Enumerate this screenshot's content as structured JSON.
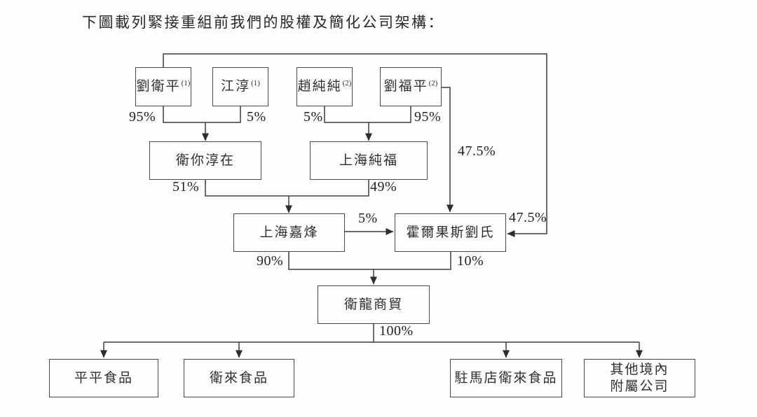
{
  "page": {
    "title": "下圖載列緊接重組前我們的股權及簡化公司架構："
  },
  "diagram": {
    "type": "org-structure-chart",
    "nodes": {
      "liu_weiping": {
        "label": "劉衛平",
        "sup": "(1)"
      },
      "jiang_chun": {
        "label": "江淳",
        "sup": "(1)"
      },
      "zhao_chunchun": {
        "label": "趙純純",
        "sup": "(2)"
      },
      "liu_fuping": {
        "label": "劉福平",
        "sup": "(2)"
      },
      "wei_ni_chun_zai": {
        "label": "衛你淳在"
      },
      "shanghai_chunfu": {
        "label": "上海純福"
      },
      "shanghai_jiafeng": {
        "label": "上海嘉烽"
      },
      "huoerguosi_liushi": {
        "label": "霍爾果斯劉氏"
      },
      "weilong_shangmao": {
        "label": "衛龍商貿"
      },
      "pingping_shipin": {
        "label": "平平食品"
      },
      "weilai_shipin": {
        "label": "衛來食品"
      },
      "zhumadian_weilai_shipin": {
        "label": "駐馬店衛來食品"
      },
      "other_domestic_subsidiaries": {
        "lines": [
          "其他境內",
          "附屬公司"
        ]
      }
    },
    "edges": [
      {
        "from": "劉衛平",
        "to": "衛你淳在",
        "label": "95%"
      },
      {
        "from": "江淳",
        "to": "衛你淳在",
        "label": "5%"
      },
      {
        "from": "趙純純",
        "to": "上海純福",
        "label": "5%"
      },
      {
        "from": "劉福平",
        "to": "上海純福",
        "label": "95%"
      },
      {
        "from": "衛你淳在",
        "to": "上海嘉烽",
        "label": "51%"
      },
      {
        "from": "上海純福",
        "to": "上海嘉烽",
        "label": "49%"
      },
      {
        "from": "上海嘉烽",
        "to": "霍爾果斯劉氏",
        "label": "5%"
      },
      {
        "from": "劉福平",
        "to": "霍爾果斯劉氏",
        "label": "47.5%"
      },
      {
        "from": "劉衛平",
        "to": "霍爾果斯劉氏",
        "label": "47.5%"
      },
      {
        "from": "上海嘉烽",
        "to": "衛龍商貿",
        "label": "90%"
      },
      {
        "from": "霍爾果斯劉氏",
        "to": "衛龍商貿",
        "label": "10%"
      },
      {
        "from": "衛龍商貿",
        "to": [
          "平平食品",
          "衛來食品",
          "駐馬店衛來食品",
          "其他境內附屬公司"
        ],
        "label": "100%"
      }
    ]
  }
}
